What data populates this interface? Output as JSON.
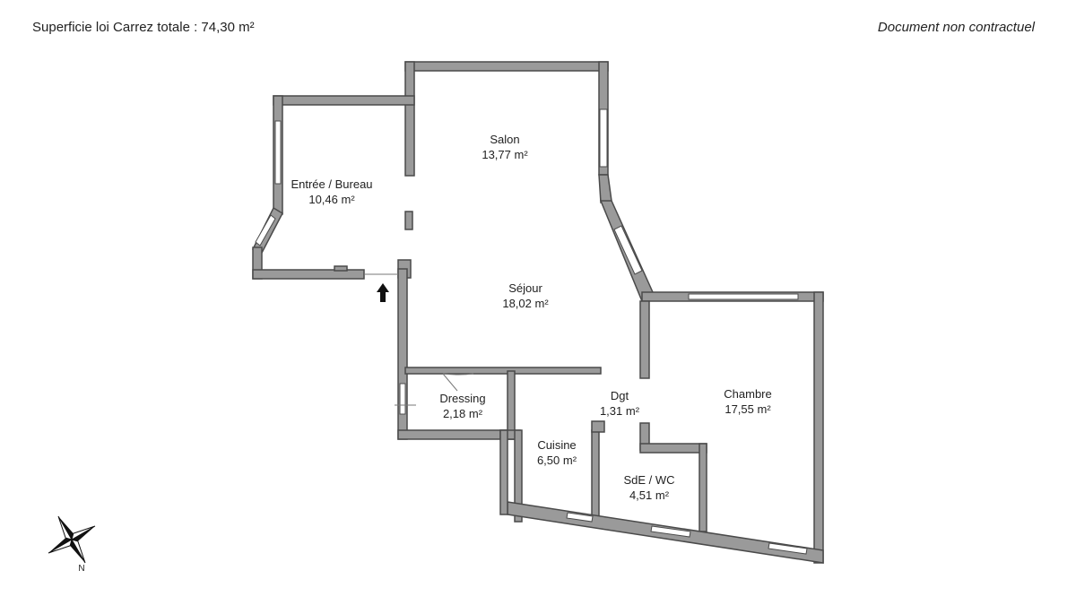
{
  "header": {
    "total_area": "Superficie loi Carrez totale : 74,30 m²",
    "disclaimer": "Document non contractuel"
  },
  "rooms": [
    {
      "name": "Entrée / Bureau",
      "area": "10,46 m²"
    },
    {
      "name": "Salon",
      "area": "13,77 m²"
    },
    {
      "name": "Séjour",
      "area": "18,02 m²"
    },
    {
      "name": "Chambre",
      "area": "17,55 m²"
    },
    {
      "name": "Dressing",
      "area": "2,18 m²"
    },
    {
      "name": "Dgt",
      "area": "1,31 m²"
    },
    {
      "name": "Cuisine",
      "area": "6,50 m²"
    },
    {
      "name": "SdE / WC",
      "area": "4,51 m²"
    }
  ],
  "compass": {
    "north_label": "N"
  },
  "colors": {
    "wall_fill": "#9a9a9a",
    "wall_stroke": "#4a4a4a",
    "window": "#ffffff"
  }
}
